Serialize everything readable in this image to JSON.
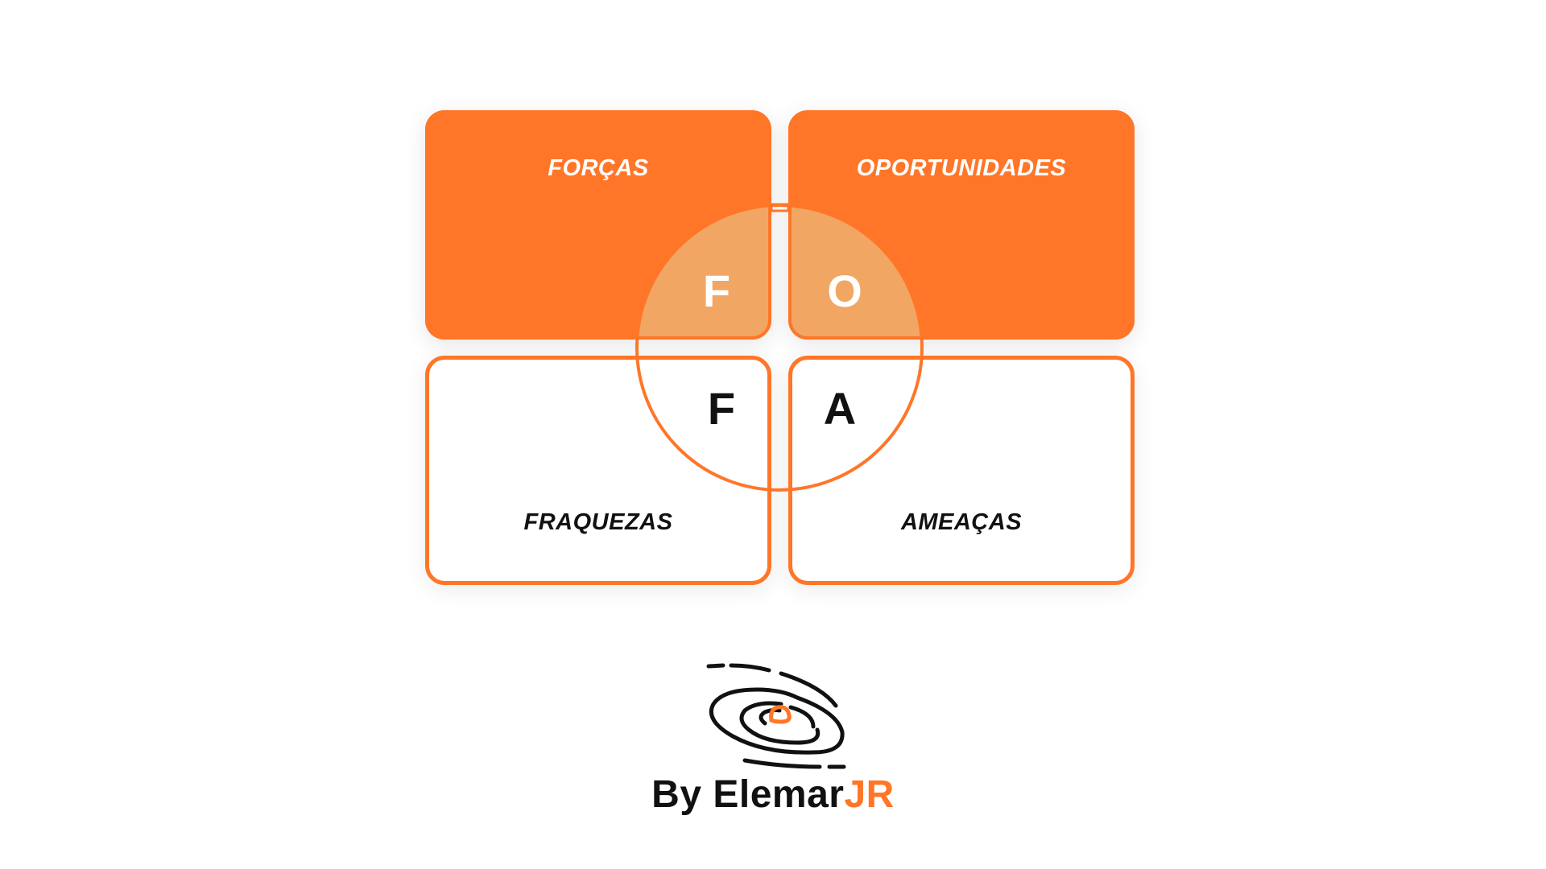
{
  "quadrants": {
    "forcas": {
      "title": "FORÇAS",
      "letter": "F"
    },
    "oportunidades": {
      "title": "OPORTUNIDADES",
      "letter": "O"
    },
    "fraquezas": {
      "title": "FRAQUEZAS",
      "letter": "F"
    },
    "ameacas": {
      "title": "AMEAÇAS",
      "letter": "A"
    }
  },
  "brand": {
    "prefix": "By Elemar",
    "suffix": "JR"
  },
  "colors": {
    "accent": "#FF7628",
    "accent_light": "#F2A663",
    "text_dark": "#111111",
    "background": "#FFFFFF"
  },
  "icons": {
    "logo": "spiral-galaxy-icon"
  }
}
